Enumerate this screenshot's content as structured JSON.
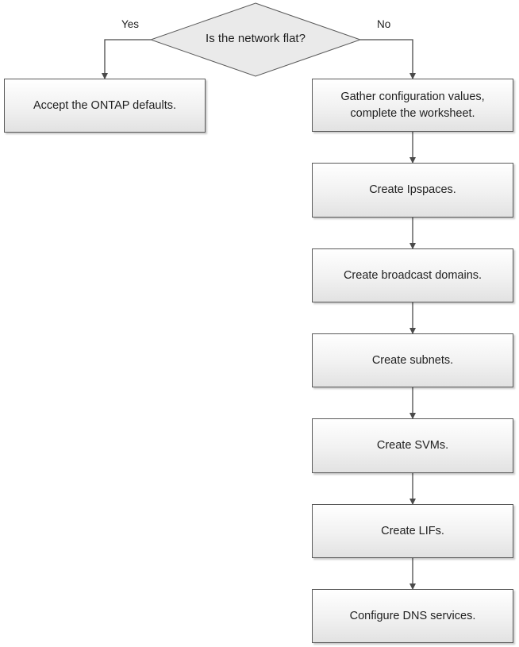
{
  "decision": {
    "question": "Is the network flat?",
    "yes_label": "Yes",
    "no_label": "No"
  },
  "yes_branch": {
    "step": "Accept the ONTAP defaults."
  },
  "no_branch": {
    "steps": [
      "Gather configuration values,\ncomplete the worksheet.",
      "Create Ipspaces.",
      "Create broadcast domains.",
      "Create subnets.",
      "Create SVMs.",
      "Create LIFs.",
      "Configure DNS services."
    ]
  }
}
